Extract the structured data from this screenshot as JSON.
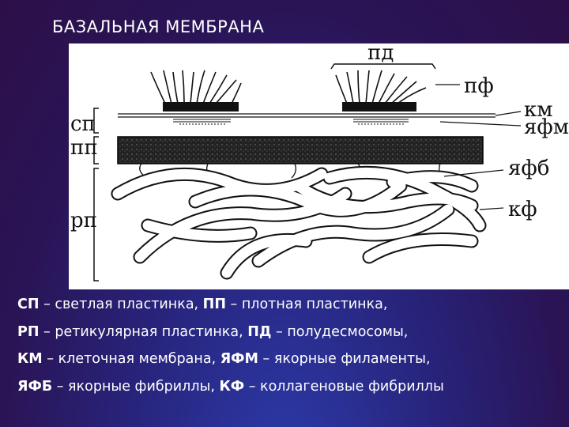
{
  "title": "БАЗАЛЬНАЯ МЕМБРАНА",
  "diagram": {
    "top_labels": {
      "pd": "пд",
      "pf": "пф",
      "km": "км",
      "yafm": "яфм",
      "yafb": "яфб",
      "kf": "кф"
    },
    "left_labels": {
      "sp": "сп",
      "pp": "пп",
      "rp": "рп"
    }
  },
  "legend": [
    {
      "a1": "СП",
      "t1": " – светлая пластинка, ",
      "a2": "ПП",
      "t2": " – плотная пластинка,"
    },
    {
      "a1": "РП",
      "t1": " – ретикулярная пластинка, ",
      "a2": "ПД",
      "t2": " – полудесмосомы,"
    },
    {
      "a1": "КМ",
      "t1": " – клеточная мембрана, ",
      "a2": "ЯФМ",
      "t2": " – якорные филаменты,"
    },
    {
      "a1": "ЯФБ",
      "t1": " – якорные фибриллы, ",
      "a2": "КФ",
      "t2": " – коллагеновые фибриллы"
    }
  ]
}
